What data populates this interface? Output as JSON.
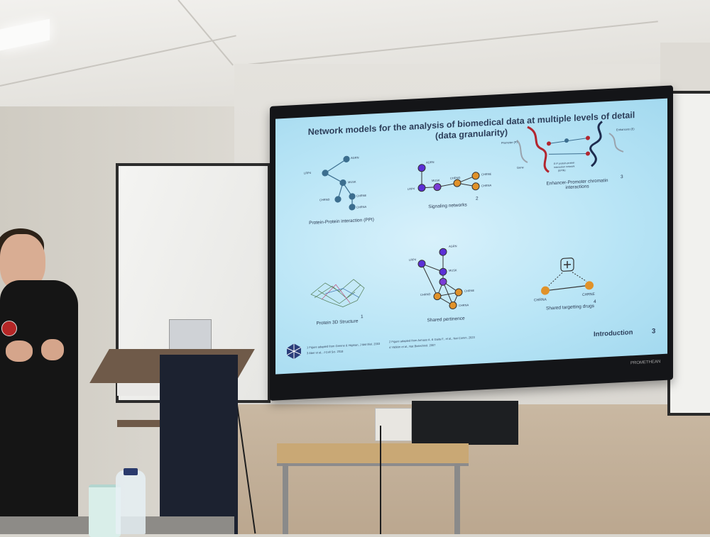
{
  "slide": {
    "title_line1": "Network models for the analysis of biomedical data at multiple levels of detail",
    "title_line2": "(data granularity)",
    "panels": {
      "ppi": {
        "caption": "Protein-Protein interaction (PPI)",
        "nodes": [
          "LRP4",
          "AGRN",
          "MUSK",
          "CHRNE",
          "CHRND",
          "CHRNA"
        ]
      },
      "signaling": {
        "caption": "Signaling networks",
        "ref": "2",
        "nodes": [
          "AGRN",
          "MUSK",
          "CHRND",
          "CHRNE",
          "LRP4",
          "CHRNA"
        ]
      },
      "chromatin": {
        "caption_line1": "Enhancer-Promoter chromatin",
        "caption_line2": "interactions",
        "ref": "3",
        "labels": [
          "Promoter (P)",
          "Enhancers (E)",
          "Gene",
          "E-P protein-protein",
          "interaction network",
          "(EPIN)"
        ]
      },
      "structure": {
        "caption": "Protein 3D Structure",
        "ref": "1"
      },
      "pertinence": {
        "caption": "Shared pertinence",
        "nodes": [
          "AGRN",
          "LRP4",
          "MUSK",
          "CHRND",
          "CHRNE",
          "CHRNA"
        ]
      },
      "drugs": {
        "caption": "Shared targetting drugs",
        "ref": "4",
        "nodes": [
          "CHRNA",
          "CHRNE"
        ]
      }
    },
    "references": [
      "1 Figure adapted from Greene & Higman, J Mol Biol. 2003",
      "2 Figure adapted from Armaos A. & Gaita F., et al., Nat Comm. 2023",
      "3 Aber et al., J Cell Sci. 2018",
      "4 Yildirim et al., Nat Biotechnol. 2007"
    ],
    "section": "Introduction",
    "page_number": "3"
  },
  "screen_brand": "PROMETHEAN",
  "colors": {
    "node_blue": "#3c6e8f",
    "node_purple": "#5b2fd6",
    "node_orange": "#e0922a",
    "chromatin_red": "#b2262f",
    "chromatin_navy": "#1e2c4f",
    "slide_bg": "#b9e5f6"
  }
}
